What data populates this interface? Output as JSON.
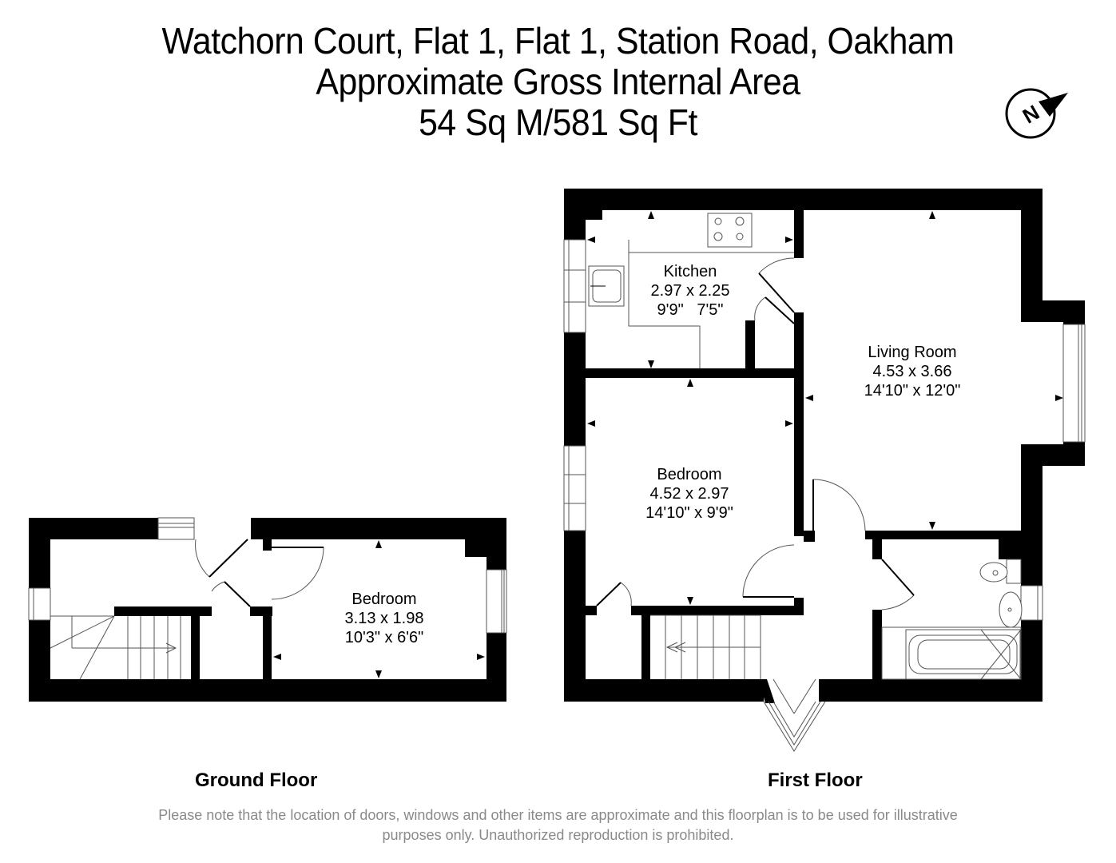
{
  "header": {
    "address": "Watchorn Court, Flat 1, Flat 1, Station Road, Oakham",
    "subtitle": "Approximate Gross Internal Area",
    "area": "54 Sq M/581 Sq Ft",
    "compass_icon": "north-compass-icon",
    "compass_letter": "N"
  },
  "floors": [
    {
      "label": "Ground Floor",
      "rooms": [
        {
          "name": "Bedroom",
          "metric": "3.13 x 1.98",
          "imperial": "10'3\" x 6'6\""
        }
      ]
    },
    {
      "label": "First Floor",
      "rooms": [
        {
          "name": "Kitchen",
          "metric": "2.97 x 2.25",
          "imperial": "9'9\"   7'5\""
        },
        {
          "name": "Living Room",
          "metric": "4.53 x 3.66",
          "imperial": "14'10\" x 12'0\""
        },
        {
          "name": "Bedroom",
          "metric": "4.52 x 2.97",
          "imperial": "14'10\" x 9'9\""
        }
      ]
    }
  ],
  "footer": {
    "disclaimer_line1": "Please note that the location of doors, windows and other items are approximate and this floorplan is to be used for illustrative",
    "disclaimer_line2": "purposes only. Unauthorized reproduction is prohibited."
  },
  "colors": {
    "wall": "#000000",
    "line": "#555555",
    "disclaimer": "#8a8a8a",
    "background": "#ffffff"
  }
}
